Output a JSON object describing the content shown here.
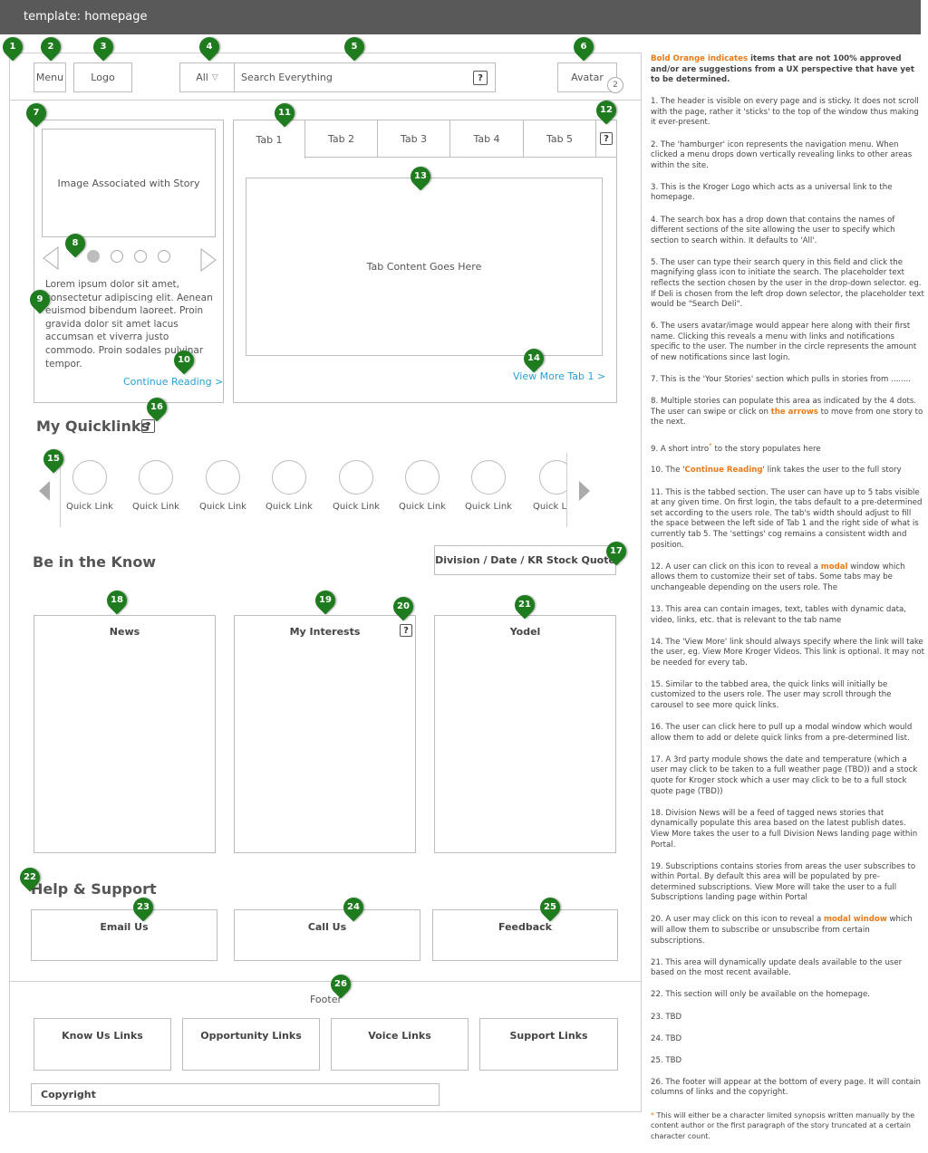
{
  "template_title": "template: homepage",
  "header": {
    "menu_label": "Menu",
    "logo_label": "Logo",
    "search_scope": "All",
    "search_placeholder": "Search Everything",
    "help_glyph": "?",
    "avatar_label": "Avatar",
    "notification_count": "2"
  },
  "story": {
    "image_label": "Image Associated with Story",
    "text": "Lorem ipsum dolor sit amet, consectetur adipiscing elit. Aenean euismod bibendum laoreet. Proin gravida dolor sit amet lacus accumsan et viverra justo commodo. Proin sodales pulvinar tempor.",
    "continue_label": "Continue Reading >"
  },
  "tabs": {
    "items": [
      "Tab 1",
      "Tab 2",
      "Tab 3",
      "Tab 4",
      "Tab 5"
    ],
    "content_label": "Tab Content Goes Here",
    "view_more_label": "View More Tab 1 >"
  },
  "quicklinks": {
    "heading": "My Quicklinks",
    "items": [
      "Quick Link",
      "Quick Link",
      "Quick Link",
      "Quick Link",
      "Quick Link",
      "Quick Link",
      "Quick Link",
      "Quick Link"
    ]
  },
  "know": {
    "heading": "Be in the Know",
    "info_label": "Division / Date  / KR Stock Quote",
    "columns": [
      "News",
      "My Interests",
      "Yodel"
    ]
  },
  "support": {
    "heading": "Help & Support",
    "buttons": [
      "Email Us",
      "Call Us",
      "Feedback"
    ]
  },
  "footer": {
    "label": "Footer",
    "links": [
      "Know Us Links",
      "Opportunity Links",
      "Voice Links",
      "Support Links"
    ],
    "copyright": "Copyright"
  },
  "pins": [
    "1",
    "2",
    "3",
    "4",
    "5",
    "6",
    "7",
    "8",
    "9",
    "10",
    "11",
    "12",
    "13",
    "14",
    "15",
    "16",
    "17",
    "18",
    "19",
    "20",
    "21",
    "22",
    "23",
    "24",
    "25",
    "26"
  ],
  "notes": {
    "legend_bold": "Bold Orange indicates",
    "legend_rest": " items that are not 100% approved and/or are suggestions from a UX perspective that have yet to be determined.",
    "n1": "1. The header is visible on every page and is sticky. It does not scroll with the page, rather it 'sticks' to the top of the window thus making it ever-present.",
    "n2": "2. The 'hamburger' icon represents the navigation menu. When clicked a menu drops down vertically revealing links to other areas within the site.",
    "n3": "3. This is the Kroger Logo which acts as a universal link to the homepage.",
    "n4": "4. The search box has a drop down that contains the names of different sections of the site allowing the user to specify which section to search within. It defaults to 'All'.",
    "n5": "5. The user can type their search query in this field and click the magnifying glass icon to initiate the search. The placeholder text reflects the section chosen by the user in the drop-down selector. eg. If Deli is chosen from the left drop down selector, the placeholder text would be \"Search Deli\".",
    "n6": "6. The users avatar/image would appear here along with their first name. Clicking this reveals a menu with links and notifications specific to the user. The number in the circle represents the amount of new notifications since last login.",
    "n7": "7. This is the 'Your Stories' section which pulls in stories from ........",
    "n8a": "8. Multiple stories can populate this area as indicated by the 4 dots. The user can swipe or click on ",
    "n8b": "the arrows",
    "n8c": " to move from one story to the next.",
    "n9a": "9. A short intro",
    "n9ast": "*",
    "n9b": " to the story populates here",
    "n10a": "10. The '",
    "n10b": "Continue Reading",
    "n10c": "' link takes the user to the full story",
    "n11": "11. This is the tabbed section. The user can have up to 5 tabs visible at any given time. On first login, the tabs default to a pre-determined set according to the users role. The tab's width should adjust to fill the space between the left side of Tab 1 and the right side of what is currently tab 5. The 'settings' cog remains a consistent width and position.",
    "n12a": "12. A user can click on this icon to reveal a ",
    "n12b": "modal",
    "n12c": " window which allows them to customize their set of tabs. Some tabs may be unchangeable depending on the users role. The",
    "n13": "13. This area can contain images, text, tables with dynamic data, video, links, etc. that is relevant to the tab name",
    "n14": "14. The 'View More' link should always specify where the link will take the user, eg. View More Kroger Videos. This link is optional. It may not be needed for every tab.",
    "n15": "15. Similar to the tabbed area, the quick links will initially be customized to the users role. The user may scroll through the carousel to see more quick links.",
    "n16": "16. The user can click here to pull up a modal window which would allow them to add or delete quick links from a pre-determined list.",
    "n17": "17. A 3rd party module shows the date and temperature (which a user may click to be taken to a full weather page (TBD)) and a stock quote for Kroger stock which a user may click to be to a full stock quote page (TBD))",
    "n18": "18. Division News will be a feed of tagged news stories that dynamically populate this area based on the latest publish dates. View More takes the user to a full Division News landing page within Portal.",
    "n19": "19. Subscriptions contains stories from areas the user subscribes to within Portal. By default this area will be populated by pre-determined subscriptions. View More will take the user to a full Subscriptions landing page within Portal",
    "n20a": "20. A user may click on this icon to reveal a ",
    "n20b": "modal window",
    "n20c": " which will allow them to subscribe or unsubscribe from certain subscriptions.",
    "n21": "21. This area will dynamically update  deals available to the user based on the most recent available.",
    "n22": "22. This section will only be available on the homepage.",
    "n23": "23. TBD",
    "n24": "24. TBD",
    "n25": "25. TBD",
    "n26": "26. The footer will appear at the bottom of every page. It will contain columns of links and the copyright.",
    "footnote_ast": "*",
    "footnote": " This will either be a character limited synopsis written manually by the content author or the first paragraph of the story truncated at a certain character count."
  }
}
